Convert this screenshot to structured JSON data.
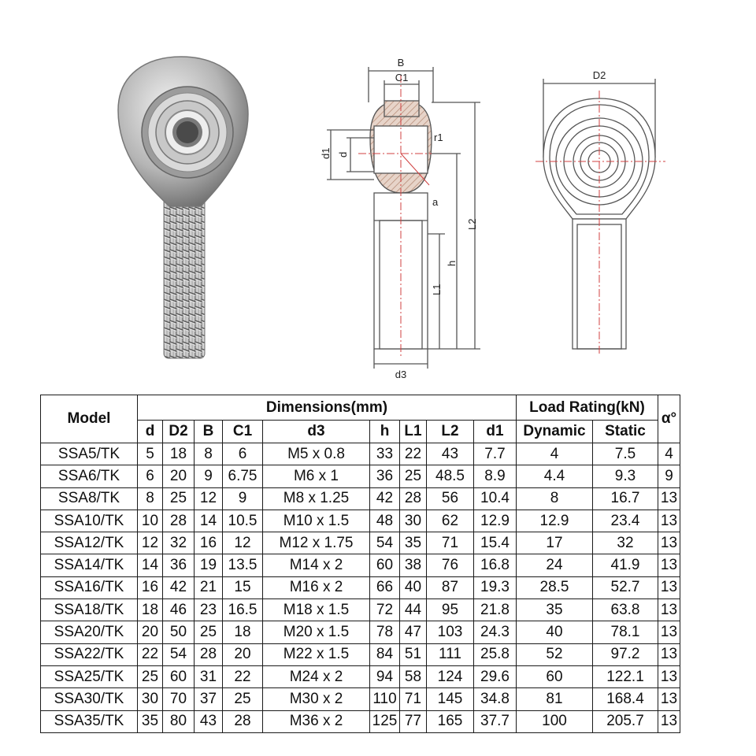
{
  "drawing": {
    "labels": {
      "B": "B",
      "C1": "C1",
      "D2": "D2",
      "d1": "d1",
      "d": "d",
      "r1": "r1",
      "a": "a",
      "L2": "L2",
      "h": "h",
      "L1": "L1",
      "d3": "d3"
    },
    "colors": {
      "line": "#555555",
      "hatch": "#c7a08c",
      "center": "#d04040"
    }
  },
  "table": {
    "model_header": "Model",
    "dimensions_header": "Dimensions(mm)",
    "load_header": "Load Rating(kN)",
    "alpha_header": "α°",
    "dim_columns": [
      "d",
      "D2",
      "B",
      "C1",
      "d3",
      "h",
      "L1",
      "L2",
      "d1"
    ],
    "load_columns": [
      "Dynamic",
      "Static"
    ],
    "rows": [
      [
        "SSA5/TK",
        "5",
        "18",
        "8",
        "6",
        "M5 x 0.8",
        "33",
        "22",
        "43",
        "7.7",
        "4",
        "7.5",
        "4"
      ],
      [
        "SSA6/TK",
        "6",
        "20",
        "9",
        "6.75",
        "M6 x 1",
        "36",
        "25",
        "48.5",
        "8.9",
        "4.4",
        "9.3",
        "9"
      ],
      [
        "SSA8/TK",
        "8",
        "25",
        "12",
        "9",
        "M8 x 1.25",
        "42",
        "28",
        "56",
        "10.4",
        "8",
        "16.7",
        "13"
      ],
      [
        "SSA10/TK",
        "10",
        "28",
        "14",
        "10.5",
        "M10 x 1.5",
        "48",
        "30",
        "62",
        "12.9",
        "12.9",
        "23.4",
        "13"
      ],
      [
        "SSA12/TK",
        "12",
        "32",
        "16",
        "12",
        "M12 x 1.75",
        "54",
        "35",
        "71",
        "15.4",
        "17",
        "32",
        "13"
      ],
      [
        "SSA14/TK",
        "14",
        "36",
        "19",
        "13.5",
        "M14 x 2",
        "60",
        "38",
        "76",
        "16.8",
        "24",
        "41.9",
        "13"
      ],
      [
        "SSA16/TK",
        "16",
        "42",
        "21",
        "15",
        "M16 x 2",
        "66",
        "40",
        "87",
        "19.3",
        "28.5",
        "52.7",
        "13"
      ],
      [
        "SSA18/TK",
        "18",
        "46",
        "23",
        "16.5",
        "M18 x 1.5",
        "72",
        "44",
        "95",
        "21.8",
        "35",
        "63.8",
        "13"
      ],
      [
        "SSA20/TK",
        "20",
        "50",
        "25",
        "18",
        "M20 x 1.5",
        "78",
        "47",
        "103",
        "24.3",
        "40",
        "78.1",
        "13"
      ],
      [
        "SSA22/TK",
        "22",
        "54",
        "28",
        "20",
        "M22 x 1.5",
        "84",
        "51",
        "111",
        "25.8",
        "52",
        "97.2",
        "13"
      ],
      [
        "SSA25/TK",
        "25",
        "60",
        "31",
        "22",
        "M24 x 2",
        "94",
        "58",
        "124",
        "29.6",
        "60",
        "122.1",
        "13"
      ],
      [
        "SSA30/TK",
        "30",
        "70",
        "37",
        "25",
        "M30 x 2",
        "110",
        "71",
        "145",
        "34.8",
        "81",
        "168.4",
        "13"
      ],
      [
        "SSA35/TK",
        "35",
        "80",
        "43",
        "28",
        "M36 x 2",
        "125",
        "77",
        "165",
        "37.7",
        "100",
        "205.7",
        "13"
      ]
    ]
  }
}
